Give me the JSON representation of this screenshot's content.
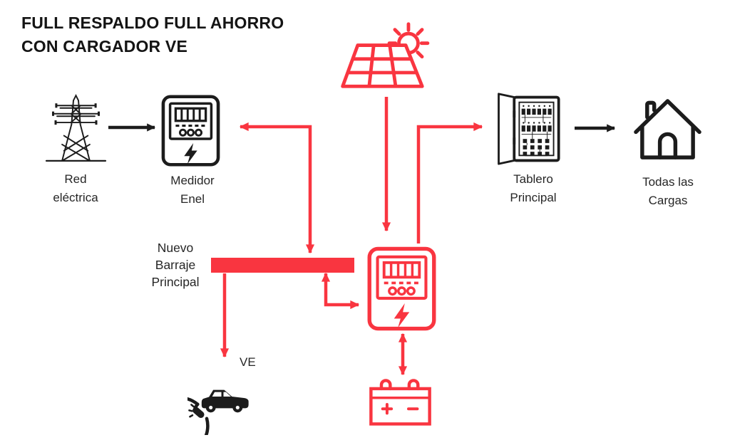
{
  "title": {
    "line1": "FULL RESPALDO FULL AHORRO",
    "line2": "CON CARGADOR VE"
  },
  "nodes": {
    "grid": {
      "icon": "transmission-tower-icon",
      "label": [
        "Red",
        "eléctrica"
      ]
    },
    "meter": {
      "icon": "electric-meter-icon",
      "label": [
        "Medidor",
        "Enel"
      ]
    },
    "solar": {
      "icon": "solar-panel-sun-icon"
    },
    "busbar": {
      "label": [
        "Nuevo",
        "Barraje",
        "Principal"
      ]
    },
    "inverter": {
      "icon": "inverter-meter-icon"
    },
    "panel": {
      "icon": "breaker-panel-icon",
      "label": [
        "Tablero",
        "Principal"
      ]
    },
    "loads": {
      "icon": "house-icon",
      "label": [
        "Todas las",
        "Cargas"
      ]
    },
    "ev": {
      "icon": "ev-car-plug-icon",
      "label": "VE"
    },
    "battery": {
      "icon": "battery-icon"
    }
  },
  "connections": [
    {
      "from": "red-electrica",
      "to": "medidor-enel",
      "color": "black",
      "arrows": "one-way"
    },
    {
      "from": "medidor-enel",
      "to": "nuevo-barraje",
      "color": "red",
      "arrows": "two-way"
    },
    {
      "from": "panel-solar",
      "to": "inversor",
      "color": "red",
      "arrows": "one-way"
    },
    {
      "from": "inversor",
      "to": "tablero-principal",
      "color": "red",
      "arrows": "one-way"
    },
    {
      "from": "nuevo-barraje",
      "to": "inversor",
      "color": "red",
      "arrows": "two-way"
    },
    {
      "from": "nuevo-barraje",
      "to": "cargador-ve",
      "color": "red",
      "arrows": "one-way"
    },
    {
      "from": "inversor",
      "to": "bateria",
      "color": "red",
      "arrows": "two-way"
    },
    {
      "from": "tablero-principal",
      "to": "todas-las-cargas",
      "color": "black",
      "arrows": "one-way"
    }
  ],
  "colors": {
    "accent_red": "#F93540",
    "ink_black": "#1C1C1C",
    "background": "#FFFFFF"
  }
}
